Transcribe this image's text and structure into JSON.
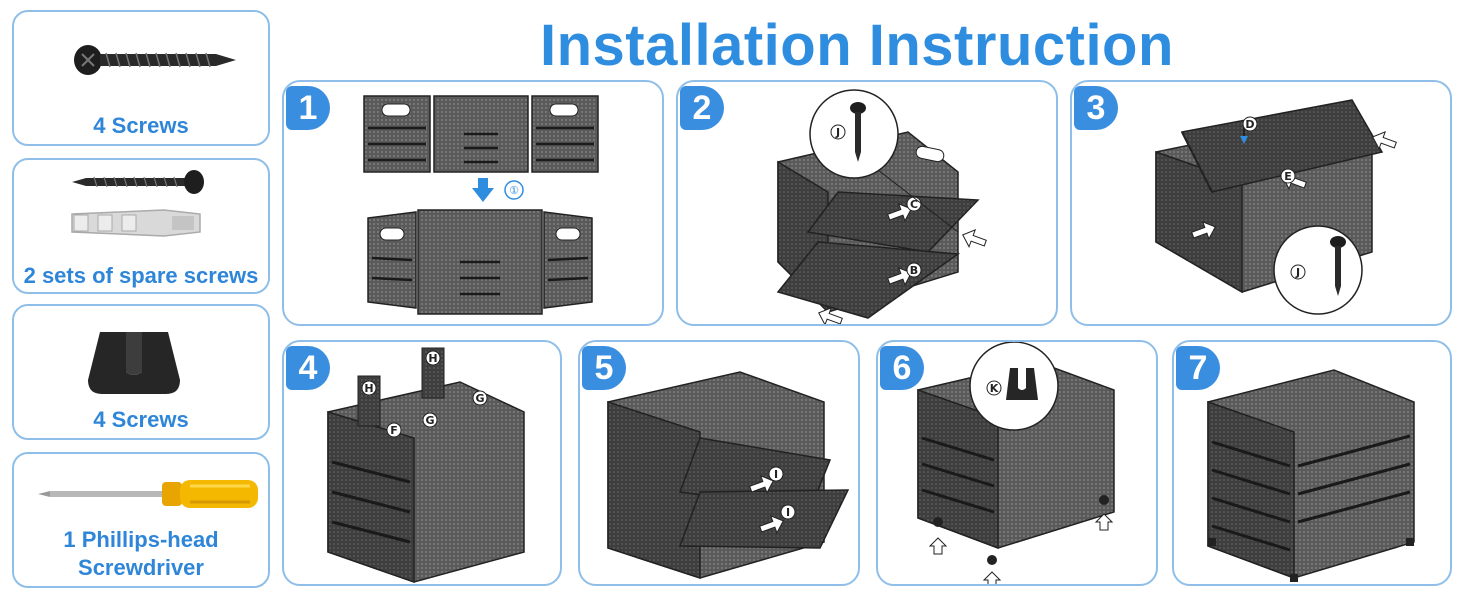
{
  "page": {
    "title": "Installation Instruction"
  },
  "parts": [
    {
      "label": "4 Screws",
      "icon": "screw-icon"
    },
    {
      "label": "2 sets of spare screws",
      "icon": "spare-screws-icon"
    },
    {
      "label": "4 Screws",
      "icon": "rubber-foot-icon"
    },
    {
      "label": "1 Phillips-head",
      "label2": "Screwdriver",
      "icon": "screwdriver-icon"
    }
  ],
  "steps": [
    {
      "number": "1",
      "marker": "①"
    },
    {
      "number": "2",
      "tags": [
        "J",
        "C",
        "B"
      ]
    },
    {
      "number": "3",
      "tags": [
        "D",
        "E",
        "J"
      ]
    },
    {
      "number": "4",
      "tags": [
        "H",
        "H",
        "G",
        "G",
        "F"
      ]
    },
    {
      "number": "5",
      "tags": [
        "I",
        "I"
      ]
    },
    {
      "number": "6",
      "tags": [
        "K"
      ]
    },
    {
      "number": "7"
    }
  ],
  "colors": {
    "accent": "#2f8de0",
    "border": "#8fbfe8",
    "badge": "#3a8ee0",
    "mesh": "#4a4a4a"
  }
}
